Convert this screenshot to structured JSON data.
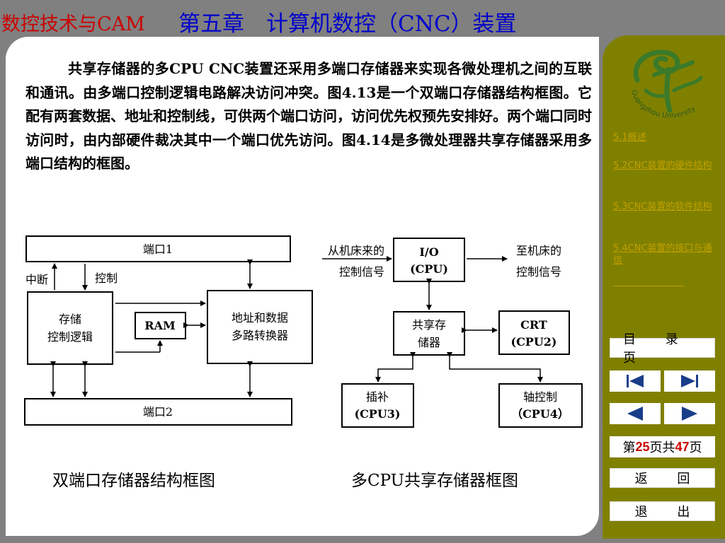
{
  "header": {
    "course": "数控技术与CAM",
    "chapter": "第五章　计算机数控（CNC）装置"
  },
  "body_text": "共享存储器的多CPU CNC装置还采用多端口存储器来实现各微处理机之间的互联和通讯。由多端口控制逻辑电路解决访问冲突。图4.13是一个双端口存储器结构框图。它配有两套数据、地址和控制线，可供两个端口访问，访问优先权预先安排好。两个端口同时访问时，由内部硬件裁决其中一个端口优先访问。图4.14是多微处理器共享存储器采用多端口结构的框图。",
  "diagram_left": {
    "port1": "端口1",
    "interrupt": "中断",
    "control": "控制",
    "storage_logic": [
      "存储",
      "控制逻辑"
    ],
    "ram": "RAM",
    "mux": [
      "地址和数据",
      "多路转换器"
    ],
    "port2": "端口2",
    "caption": "双端口存储器结构框图"
  },
  "diagram_right": {
    "from_machine": [
      "从机床来的",
      "控制信号"
    ],
    "io": [
      "I/O",
      "(CPU)"
    ],
    "to_machine": [
      "至机床的",
      "控制信号"
    ],
    "shared_memory": [
      "共享存",
      "储器"
    ],
    "crt": [
      "CRT",
      "(CPU2)"
    ],
    "interp": [
      "插补",
      "(CPU3)"
    ],
    "axis": [
      "轴控制",
      "（CPU4）"
    ],
    "caption": "多CPU共享存储器框图"
  },
  "sidebar": {
    "links": [
      "5.1概述",
      "5.2CNC装置的硬件结构",
      "5.3CNC装置的软件结构",
      "5.4CNC装置的接口与通信"
    ],
    "contents_button": "目 录 页",
    "page_prefix": "第",
    "current_page": "25",
    "page_middle": "页共",
    "total_pages": "47",
    "page_suffix": "页",
    "back_button": "返 回",
    "exit_button": "退 出",
    "logo_text": "Guangzhou University"
  },
  "icons": {
    "first": "first-page-icon",
    "last": "last-page-icon",
    "prev": "prev-page-icon",
    "next": "next-page-icon"
  },
  "colors": {
    "course_title": "#cc0000",
    "chapter_title": "#0000cc",
    "sidebar": "#808000",
    "links": "#c0a000",
    "page_number": "#cc0000"
  }
}
